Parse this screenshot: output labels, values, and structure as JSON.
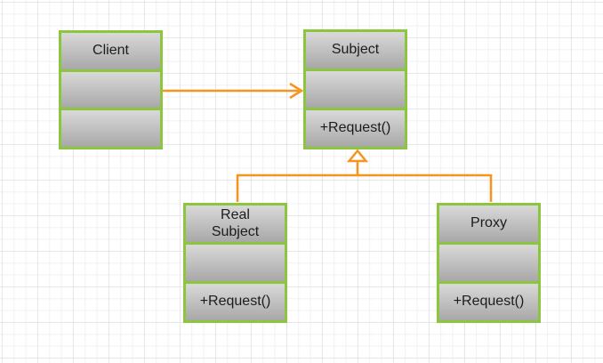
{
  "colors": {
    "canvas_bg": "#ffffff",
    "grid_minor": "#f1f1f3",
    "grid_major": "#e7e7ea",
    "box_border": "#8cc63f",
    "fill_top": "#d9d9d9",
    "fill_bottom": "#a8a8a8",
    "connector": "#f7941d",
    "text": "#1c1c1c"
  },
  "classes": {
    "client": {
      "name": "Client",
      "attributes": "",
      "methods": ""
    },
    "subject": {
      "name": "Subject",
      "attributes": "",
      "methods": "+Request()"
    },
    "real_subject": {
      "name": "Real\nSubject",
      "attributes": "",
      "methods": "+Request()"
    },
    "proxy": {
      "name": "Proxy",
      "attributes": "",
      "methods": "+Request()"
    }
  },
  "relationships": [
    {
      "type": "association",
      "from": "Client",
      "to": "Subject"
    },
    {
      "type": "generalization",
      "from": "Real Subject",
      "to": "Subject"
    },
    {
      "type": "generalization",
      "from": "Proxy",
      "to": "Subject"
    }
  ]
}
